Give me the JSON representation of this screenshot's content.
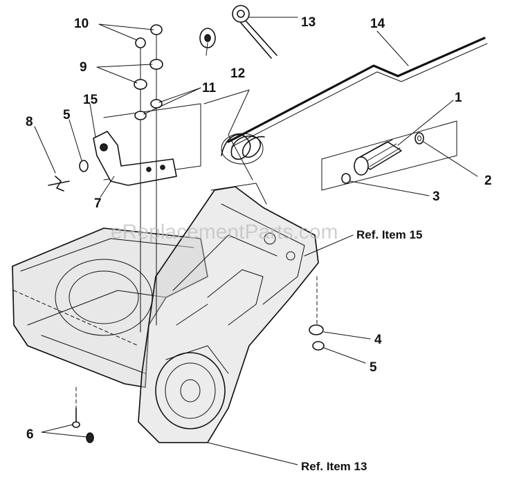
{
  "watermark": "eReplacementParts.com",
  "callouts": {
    "c1": "1",
    "c2": "2",
    "c3": "3",
    "c4": "4",
    "c5": "5",
    "c6": "6",
    "c7": "7",
    "c8": "8",
    "c9": "9",
    "c9b": "9",
    "c10": "10",
    "c11": "11",
    "c12": "12",
    "c13": "13",
    "c14": "14",
    "c15": "15"
  },
  "references": {
    "ref15": "Ref. Item 15",
    "ref13": "Ref. Item 13"
  }
}
